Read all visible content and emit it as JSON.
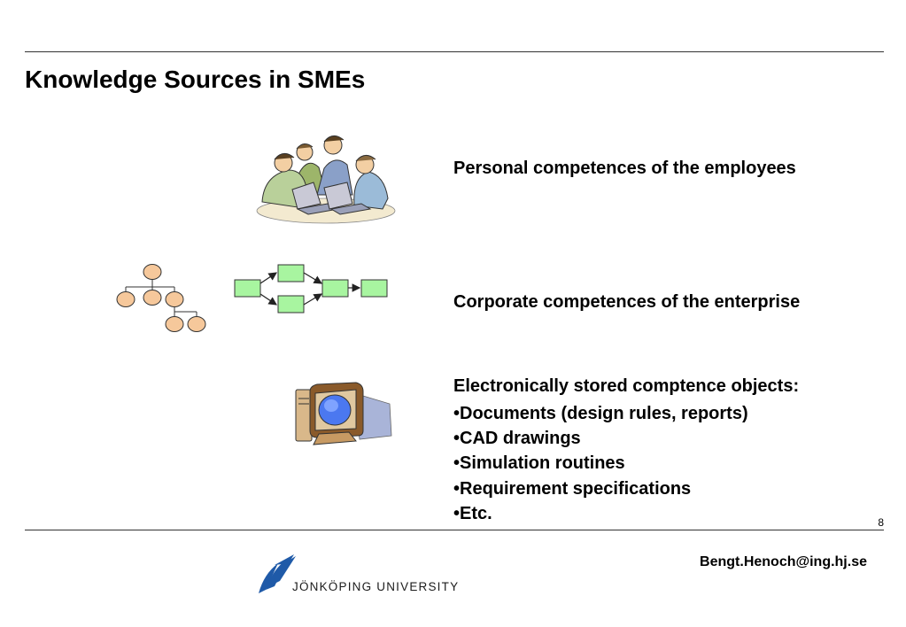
{
  "slide": {
    "title": "Knowledge Sources in SMEs",
    "page_number": "8"
  },
  "items": {
    "personal": "Personal competences of the employees",
    "corporate": "Corporate competences of the enterprise",
    "electronic_heading": "Electronically stored comptence objects:",
    "electronic_bullets": [
      "•Documents (design rules, reports)",
      "•CAD drawings",
      "•Simulation routines",
      "•Requirement specifications",
      "•Etc."
    ]
  },
  "footer": {
    "email": "Bengt.Henoch@ing.hj.se",
    "university": "JÖNKÖPING UNIVERSITY"
  },
  "icons": {
    "people": "people-at-laptops-icon",
    "org_chart": "org-chart-icon",
    "process_flow": "process-flow-icon",
    "computer": "computer-icon",
    "logo": "university-logo-icon"
  },
  "colors": {
    "org_node": "#f6c89b",
    "flow_box": "#a8f5a0",
    "logo_blue": "#1f5aa8"
  }
}
